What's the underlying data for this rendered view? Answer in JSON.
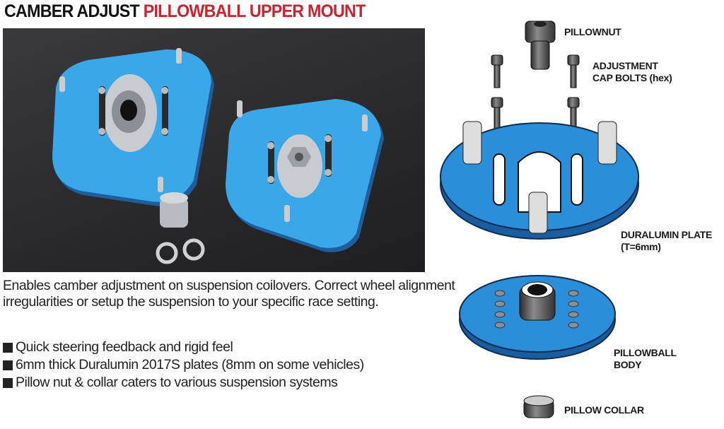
{
  "header": {
    "title_part1": "CAMBER ADJUST ",
    "title_part2": "PILLOWBALL UPPER MOUNT",
    "title_color_primary": "#111111",
    "title_color_accent": "#d0202e"
  },
  "description": "Enables camber adjustment on suspension coilovers. Correct wheel alignment irregularities or setup the suspension to your specific race setting.",
  "features": [
    "Quick steering feedback and rigid feel",
    "6mm thick Duralumin 2017S plates (8mm on some vehicles)",
    "Pillow nut & collar caters to various suspension systems"
  ],
  "diagram": {
    "plate_color": "#2a8fd8",
    "labels": {
      "pillownut": "PILLOWNUT",
      "cap_bolts_line1": "ADJUSTMENT",
      "cap_bolts_line2": "CAP BOLTS (hex)",
      "plate_line1": "DURALUMIN PLATE",
      "plate_line2": "(T=6mm)",
      "body_line1": "PILLOWBALL",
      "body_line2": "BODY",
      "collar": "PILLOW COLLAR"
    }
  },
  "photo": {
    "alt": "Two blue camber adjust pillowball upper mounts with pillow nut and collars"
  }
}
